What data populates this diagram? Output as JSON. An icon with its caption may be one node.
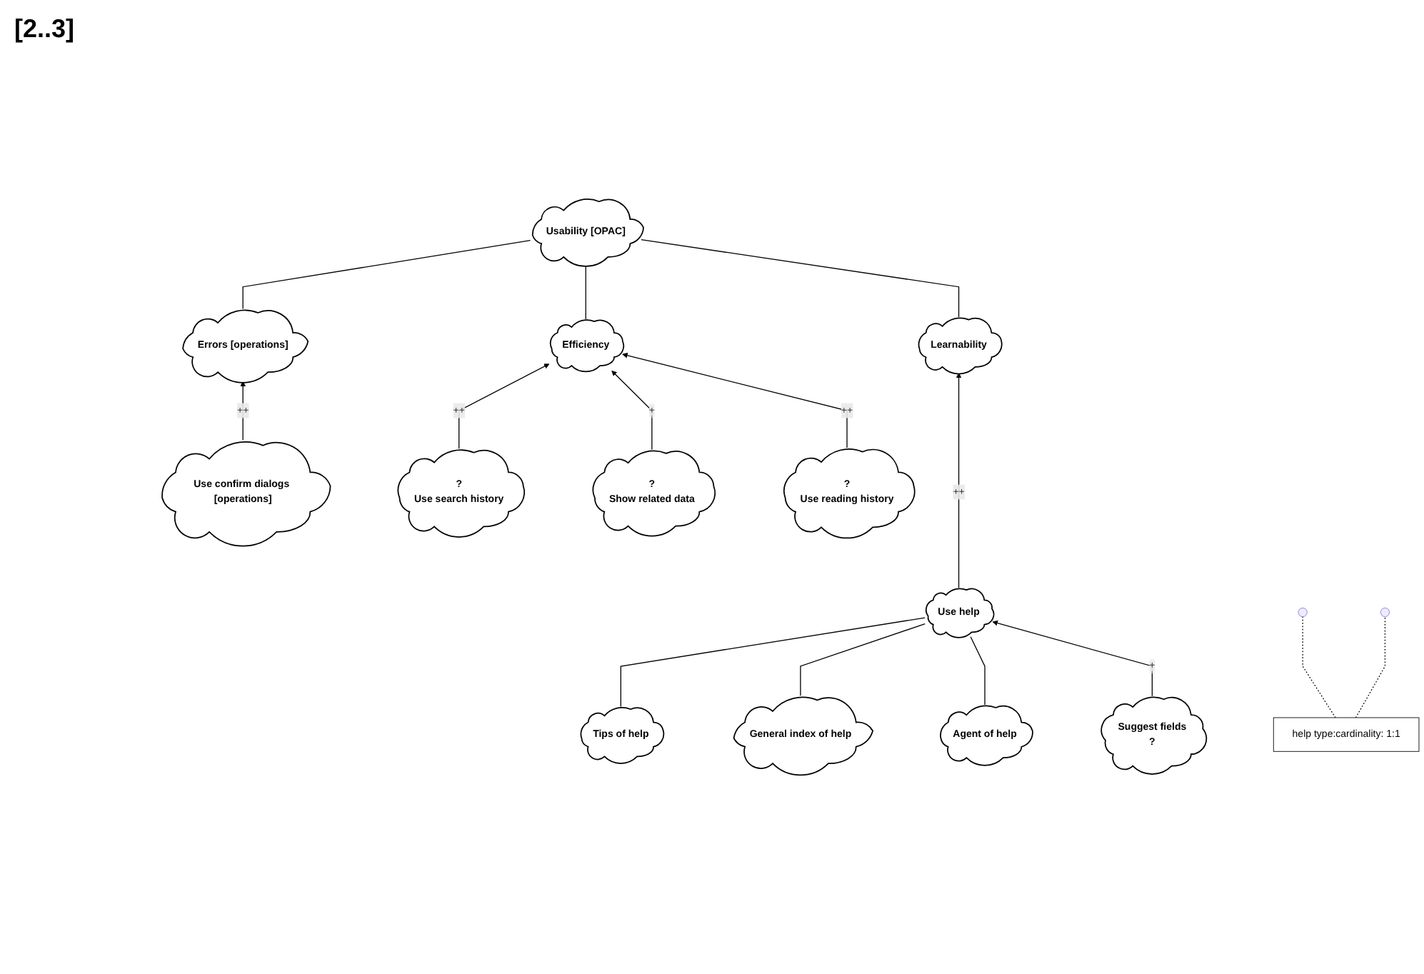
{
  "diagram": {
    "nodes": [
      {
        "text": [
          "Usability [OPAC]"
        ]
      },
      {
        "text": [
          "Errors [operations]"
        ]
      },
      {
        "text": [
          "Efficiency"
        ]
      },
      {
        "text": [
          "Learnability"
        ]
      },
      {
        "text": [
          "Use confirm dialogs [operations]"
        ]
      },
      {
        "text": [
          "?",
          "Use search history"
        ]
      },
      {
        "text": [
          "?",
          "Show related data"
        ]
      },
      {
        "text": [
          "?",
          "Use reading history"
        ]
      },
      {
        "text": [
          "Use help"
        ]
      },
      {
        "text": [
          "Tips of help"
        ]
      },
      {
        "text": [
          "General index of help"
        ]
      },
      {
        "text": [
          "Agent of help"
        ]
      },
      {
        "text": [
          "Suggest fields",
          "?"
        ]
      },
      {
        "text": [
          "help type:cardinality: 1:1"
        ]
      }
    ],
    "edges": [
      {
        "from": 1,
        "to": 0,
        "arrow": "none"
      },
      {
        "from": 2,
        "to": 0,
        "arrow": "none"
      },
      {
        "from": 3,
        "to": 0,
        "arrow": "none"
      },
      {
        "from": 4,
        "to": 1,
        "arrow": "to",
        "label": "++"
      },
      {
        "from": 5,
        "to": 2,
        "arrow": "to",
        "label": "++"
      },
      {
        "from": 6,
        "to": 2,
        "arrow": "to",
        "label": "+"
      },
      {
        "from": 7,
        "to": 2,
        "arrow": "to",
        "label": "++"
      },
      {
        "from": 8,
        "to": 3,
        "arrow": "to",
        "label": "++"
      },
      {
        "from": 9,
        "to": 8,
        "arrow": "none"
      },
      {
        "from": 10,
        "to": 8,
        "arrow": "none"
      },
      {
        "from": 11,
        "to": 8,
        "arrow": "none"
      },
      {
        "from": 12,
        "to": 8,
        "arrow": "to",
        "label": "+"
      },
      {
        "from": 13,
        "to": null,
        "arrow": "none",
        "style": "dashed"
      },
      {
        "from": 13,
        "to": null,
        "arrow": "none",
        "style": "dashed"
      }
    ],
    "labels": [
      "[2..3]"
    ]
  }
}
